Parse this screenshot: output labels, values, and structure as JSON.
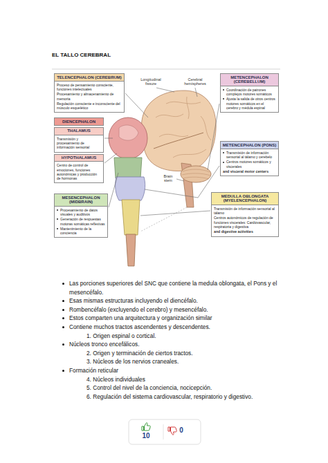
{
  "diagram": {
    "title": "EL TALLO CEREBRAL",
    "nodes": [
      {
        "text": [
          "TELENCEPHALON (CEREBRUM)",
          "Proceso de pensamiento consciente, funciones intelectuales",
          "Procesamiento y almacenamiento de memoria",
          "Regulación consciente e inconsciente del músculo esquelético"
        ]
      },
      {
        "text": [
          "METENCEPHALON (CEREBELLUM)",
          "Coordinación de patrones complejos motores somáticos",
          "Ajusta la salida de otros centros motores somáticos en el cerebro y médula espinal"
        ]
      },
      {
        "text": [
          "DIENCEPHALON"
        ]
      },
      {
        "text": [
          "THALAMUS",
          "Transmisión y procesamiento de información sensorial"
        ],
        "in": 2
      },
      {
        "text": [
          "HYPOTHALAMUS",
          "Centro de control de emociones, funciones autonómicas y producción de hormonas"
        ],
        "in": 2
      },
      {
        "text": [
          "METENCEPHALON (PONS)",
          "Transmisión de información sensorial al tálamo y cerebelo",
          "Centros motores somáticos y viscerales",
          "and visceral motor centers"
        ]
      },
      {
        "text": [
          "MESENCEPHALON (MIDBRAIN)",
          "Procesamiento de datos visuales y auditivos",
          "Generación de respuestas motoras somáticas reflexivas",
          "Mantenimiento de la conciencia"
        ]
      },
      {
        "text": [
          "MEDULLA OBLONGATA (MYELENCEPHALON)",
          "Transmisión de información sensorial al tálamo",
          "Centros autonómicos de regulación de funciones viscerales: Cardiovascular, respiratoria y digestiva",
          "and digestive activities"
        ]
      }
    ],
    "labels": [
      "Longitudinal fissure",
      "Cerebral hemispheres",
      "Brain stem",
      "Las porciones superiores del SNC que contiene la medula oblongata, el Pons y el mesencéfalo.",
      "Esas mismas estructuras incluyendo el diencéfalo.",
      "Rombencéfalo (excluyendo el cerebro) y mesencéfalo.",
      "Estos comparten una arquitectura y organización similar",
      "Contiene muchos tractos ascendentes y descendentes.",
      "1. Origen espinal o cortical.",
      "Núcleos tronco encefálicos.",
      "2. Origen y terminación de ciertos tractos.",
      "3. Núcleos de los nervios craneales.",
      "Formación reticular",
      "4. Núcleos individuales",
      "5. Control del nivel de la conciencia, nocicepción.",
      "6. Regulación del sistema cardiovascular, respiratorio y digestivo.",
      "10",
      "0"
    ]
  }
}
